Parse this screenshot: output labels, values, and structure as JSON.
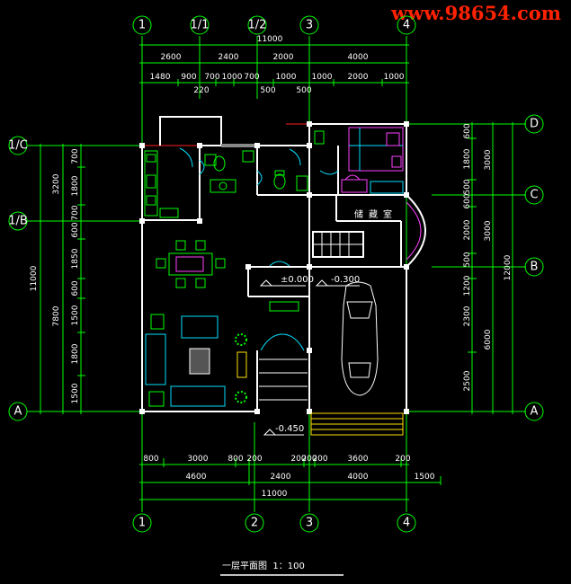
{
  "watermark": "www.98654.com",
  "title": "一层平面图  1：100",
  "room_label": "储藏室",
  "levels": {
    "living": "±0.000",
    "garage": "-0.300",
    "outside": "-0.450"
  },
  "top_axes": [
    "1",
    "1/1",
    "1/2",
    "3",
    "4"
  ],
  "bottom_axes": [
    "1",
    "2",
    "3",
    "4"
  ],
  "left_axes": [
    "1/C",
    "1/B",
    "A"
  ],
  "right_axes": [
    "D",
    "C",
    "B",
    "A"
  ],
  "top_dims": {
    "overall": "11000",
    "row1": [
      "2600",
      "2400",
      "2000",
      "4000"
    ],
    "row2": [
      "1480",
      "900",
      "700",
      "1000",
      "700",
      "1000",
      "1000",
      "2000",
      "1000"
    ],
    "row3": [
      "220",
      "500",
      "500"
    ]
  },
  "bottom_dims": {
    "row1": [
      "800",
      "3000",
      "800",
      "200",
      "200",
      "200",
      "200",
      "3600",
      "200"
    ],
    "row2": [
      "4600",
      "2400",
      "4000",
      "1500"
    ],
    "overall": "11000"
  },
  "left_dims": {
    "overall": "11000",
    "group": [
      "3200",
      "7800"
    ],
    "detail": [
      "700",
      "1800",
      "700",
      "600",
      "1850",
      "600",
      "1500",
      "1800",
      "1500"
    ]
  },
  "right_dims": {
    "overall": "12000",
    "group": [
      "3000",
      "3000",
      "6000"
    ],
    "mid": [
      "3000",
      "2000",
      "1200",
      "2300",
      "2500"
    ],
    "detail": [
      "600",
      "1800",
      "600",
      "500",
      "500",
      "500"
    ]
  }
}
